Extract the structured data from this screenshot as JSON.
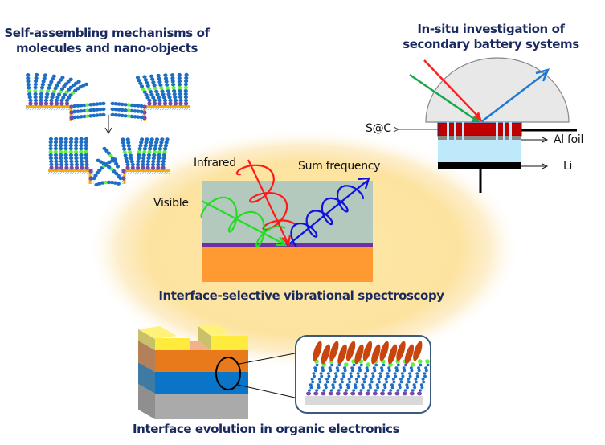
{
  "sections": {
    "self_assembly": {
      "title_line1": "Self-assembling mechanisms of",
      "title_line2": "molecules and nano-objects"
    },
    "battery": {
      "title_line1": "In-situ investigation of",
      "title_line2": "secondary battery systems",
      "labels": {
        "cathode": "S@C",
        "current_collector": "Al foil",
        "anode": "Li"
      }
    },
    "spectroscopy": {
      "title": "Interface-selective vibrational spectroscopy",
      "labels": {
        "infrared": "Infrared",
        "visible": "Visible",
        "sum_frequency": "Sum frequency"
      }
    },
    "organic_electronics": {
      "title": "Interface evolution in organic electronics"
    }
  },
  "colors": {
    "title_text": "#1a2a5e",
    "glow": "#fde7a6",
    "infrared": "#ff1a1a",
    "visible": "#22dd22",
    "sum_frequency": "#1010e0",
    "chain": "#1e6fc4",
    "head_group": "#7b4aa8",
    "tail_group": "#66ee44",
    "substrate": "#f5b000",
    "medium": "#b4c9bd",
    "interface": "#7030a0",
    "bulk": "#ff9a33",
    "cathode": "#c00000",
    "electrolyte": "#bde9fb",
    "lithium": "#000000",
    "dome": "#e8e8e8",
    "battery_output": "#1f7ad4",
    "battery_green": "#1aa64a",
    "battery_red": "#ff2020",
    "gold_contact": "#ffeb3b",
    "semiconductor": "#e87a1c",
    "dielectric": "#0a74c8",
    "base": "#aaaaaa",
    "rod": "#c8460e"
  }
}
